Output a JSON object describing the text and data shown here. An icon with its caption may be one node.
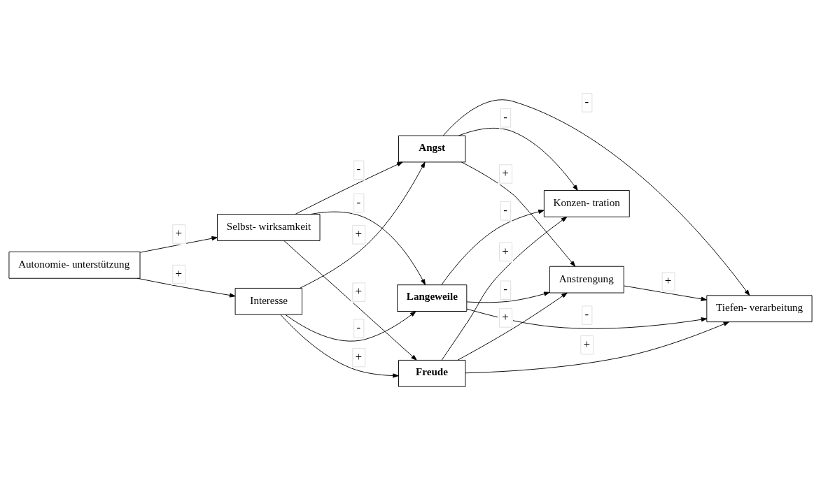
{
  "diagram": {
    "nodes": [
      {
        "text": [
          "Autonomie- unterstützung"
        ]
      },
      {
        "text": [
          "Selbst- wirksamkeit"
        ]
      },
      {
        "text": [
          "Interesse"
        ]
      },
      {
        "text": [
          "Angst"
        ]
      },
      {
        "text": [
          "Langeweile"
        ]
      },
      {
        "text": [
          "Freude"
        ]
      },
      {
        "text": [
          "Konzen- tration"
        ]
      },
      {
        "text": [
          "Anstrengung"
        ]
      },
      {
        "text": [
          "Tiefen- verarbeitung"
        ]
      }
    ],
    "edges": [
      {
        "from": 0,
        "to": 1,
        "arrow": "to",
        "label": "+"
      },
      {
        "from": 0,
        "to": 2,
        "arrow": "to",
        "label": "+"
      },
      {
        "from": 1,
        "to": 3,
        "arrow": "to",
        "label": "-"
      },
      {
        "from": 1,
        "to": 4,
        "arrow": "to",
        "label": "-"
      },
      {
        "from": 1,
        "to": 5,
        "arrow": "to",
        "label": "+"
      },
      {
        "from": 2,
        "to": 3,
        "arrow": "to",
        "label": "+"
      },
      {
        "from": 2,
        "to": 4,
        "arrow": "to",
        "label": "-"
      },
      {
        "from": 2,
        "to": 5,
        "arrow": "to",
        "label": "+"
      },
      {
        "from": 3,
        "to": 6,
        "arrow": "to",
        "label": "-"
      },
      {
        "from": 3,
        "to": 7,
        "arrow": "to",
        "label": "+"
      },
      {
        "from": 3,
        "to": 8,
        "arrow": "to",
        "label": "-"
      },
      {
        "from": 4,
        "to": 6,
        "arrow": "to",
        "label": "-"
      },
      {
        "from": 4,
        "to": 7,
        "arrow": "to",
        "label": "-"
      },
      {
        "from": 4,
        "to": 8,
        "arrow": "to",
        "label": "-"
      },
      {
        "from": 5,
        "to": 6,
        "arrow": "to",
        "label": "+"
      },
      {
        "from": 5,
        "to": 7,
        "arrow": "to",
        "label": "+"
      },
      {
        "from": 5,
        "to": 8,
        "arrow": "to",
        "label": "+"
      },
      {
        "from": 7,
        "to": 8,
        "arrow": "to",
        "label": "+"
      }
    ]
  }
}
